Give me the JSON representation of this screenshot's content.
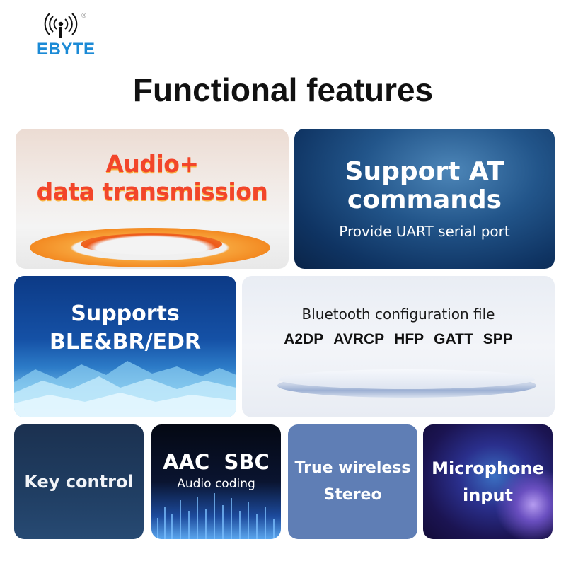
{
  "brand": {
    "name": "EBYTE",
    "registered_mark": "®",
    "logo_icon": "wireless-signal-icon",
    "color": "#1b8ad6"
  },
  "page": {
    "title": "Functional features"
  },
  "features": [
    {
      "id": "audio-data",
      "lines": [
        "Audio+",
        "data transmission"
      ],
      "text_color": "#f2452b"
    },
    {
      "id": "at-commands",
      "lines": [
        "Support AT",
        "commands"
      ],
      "subtitle": "Provide UART serial port"
    },
    {
      "id": "ble",
      "lines": [
        "Supports",
        "BLE&BR/EDR"
      ]
    },
    {
      "id": "profiles",
      "heading": "Bluetooth configuration file",
      "profiles": [
        "A2DP",
        "AVRCP",
        "HFP",
        "GATT",
        "SPP"
      ]
    },
    {
      "id": "key-control",
      "lines": [
        "Key control"
      ]
    },
    {
      "id": "audio-coding",
      "lines": [
        "AAC  SBC"
      ],
      "subtitle": "Audio coding"
    },
    {
      "id": "tws",
      "lines": [
        "True wireless",
        "Stereo"
      ],
      "bg_color": "#5f7eb5"
    },
    {
      "id": "microphone",
      "lines": [
        "Microphone",
        "input"
      ]
    }
  ]
}
